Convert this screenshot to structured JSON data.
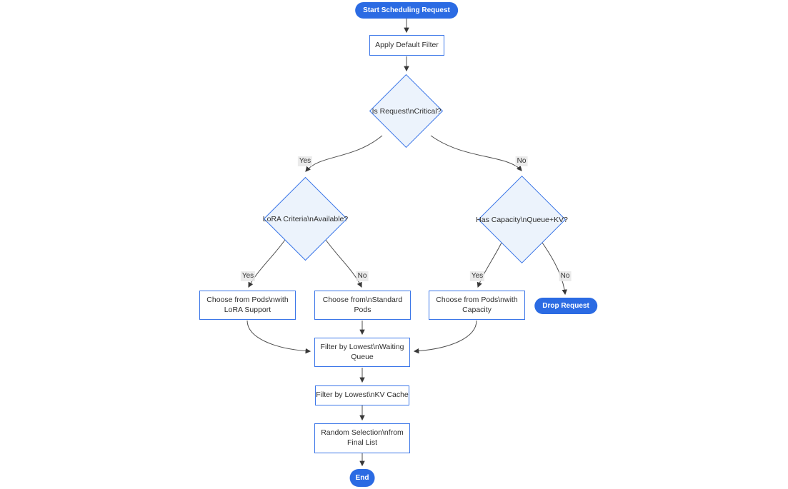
{
  "diagram": {
    "type": "flowchart",
    "direction": "top-down",
    "nodes": {
      "start": {
        "label": "Start Scheduling Request",
        "shape": "stadium"
      },
      "apply_filter": {
        "label": "Apply Default Filter",
        "shape": "rect"
      },
      "is_critical": {
        "label": "Is Request\\nCritical?",
        "shape": "diamond"
      },
      "lora_available": {
        "label": "LoRA Criteria\\nAvailable?",
        "shape": "diamond"
      },
      "has_capacity": {
        "label": "Has Capacity\\nQueue+KV?",
        "shape": "diamond"
      },
      "choose_lora_pods": {
        "label": "Choose from Pods\\nwith\nLoRA Support",
        "shape": "rect"
      },
      "choose_standard": {
        "label": "Choose from\\nStandard\nPods",
        "shape": "rect"
      },
      "choose_capacity": {
        "label": "Choose from Pods\\nwith\nCapacity",
        "shape": "rect"
      },
      "drop_request": {
        "label": "Drop Request",
        "shape": "stadium"
      },
      "filter_queue": {
        "label": "Filter by Lowest\\nWaiting\nQueue",
        "shape": "rect"
      },
      "filter_kv": {
        "label": "Filter by Lowest\\nKV Cache",
        "shape": "rect"
      },
      "random_selection": {
        "label": "Random Selection\\nfrom\nFinal List",
        "shape": "rect"
      },
      "end": {
        "label": "End",
        "shape": "stadium"
      }
    },
    "edge_labels": {
      "critical_yes": "Yes",
      "critical_no": "No",
      "lora_yes": "Yes",
      "lora_no": "No",
      "capacity_yes": "Yes",
      "capacity_no": "No"
    },
    "colors": {
      "pill_fill": "#2b6be3",
      "pill_text": "#ffffff",
      "node_border": "#3b76e8",
      "process_fill": "#ffffff",
      "decision_fill": "#ecf3fc",
      "node_text": "#2e2e2e",
      "edge_line": "#4e4e4e",
      "arrowhead": "#383838",
      "edge_label_text": "#333333",
      "edge_label_bg": "#e8e8e8",
      "background": "#ffffff"
    }
  }
}
